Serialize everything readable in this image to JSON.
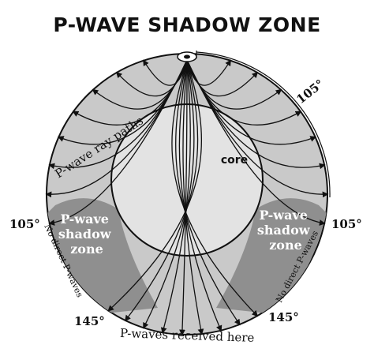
{
  "title": "P-WAVE SHADOW ZONE",
  "labels": {
    "core": "core",
    "ray_paths": "P-wave ray paths",
    "shadow_zone_left": [
      "P-wave",
      "shadow",
      "zone"
    ],
    "shadow_zone_right": [
      "P-wave",
      "shadow",
      "zone"
    ],
    "no_direct_left": "No direct P-waves",
    "no_direct_right": "No direct P-waves",
    "received": "P-waves received here",
    "angle_top": "105°",
    "angle_left_105": "105°",
    "angle_right_105": "105°",
    "angle_left_145": "145°",
    "angle_right_145": "145°"
  },
  "colors": {
    "mantle": "#c9c9c9",
    "core": "#e3e3e3",
    "shadow": "#8f8f8f",
    "ink": "#111111"
  }
}
